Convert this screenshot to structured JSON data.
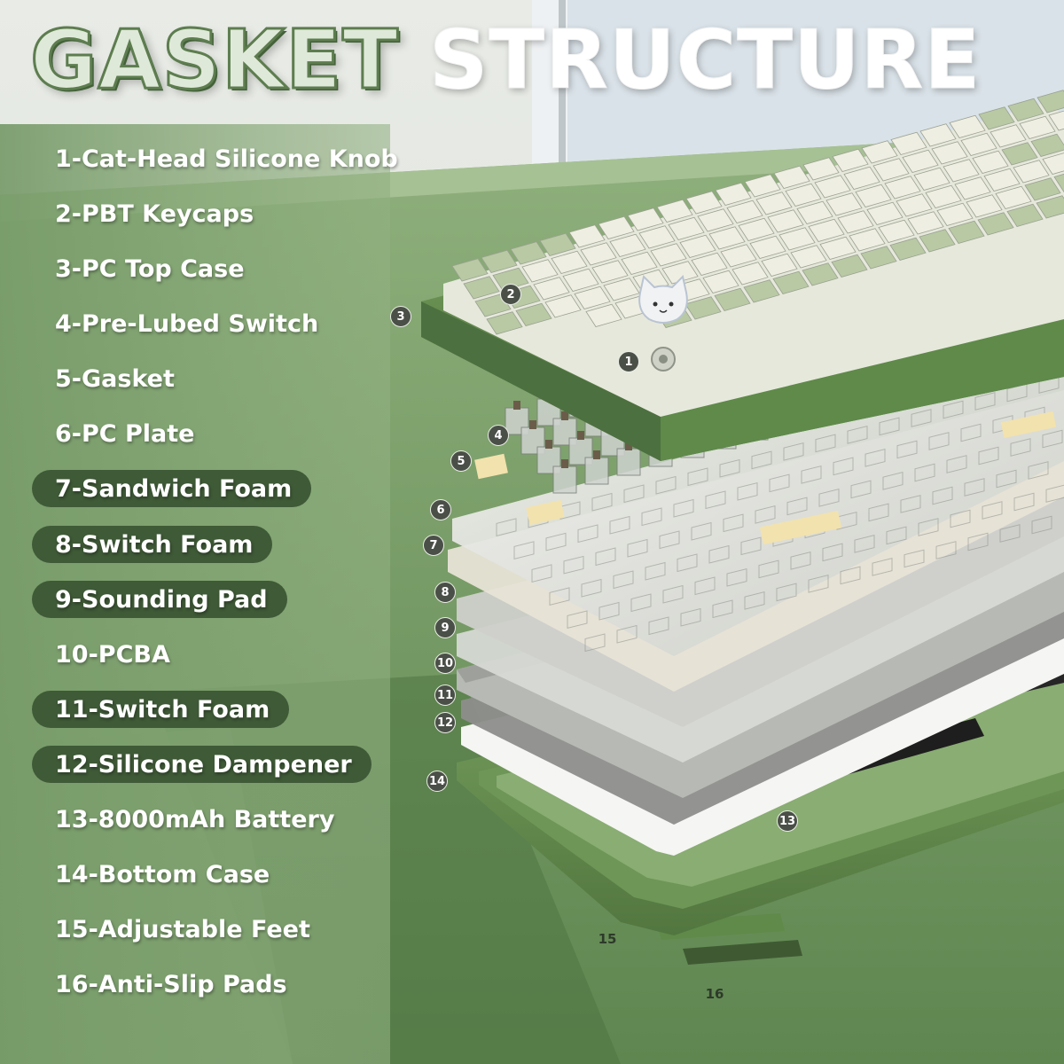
{
  "title": {
    "part1": "GASKET",
    "part2": "STRUCTURE"
  },
  "legend": [
    {
      "label": "1-Cat-Head Silicone Knob",
      "highlighted": false
    },
    {
      "label": "2-PBT Keycaps",
      "highlighted": false
    },
    {
      "label": "3-PC Top Case",
      "highlighted": false
    },
    {
      "label": "4-Pre-Lubed Switch",
      "highlighted": false
    },
    {
      "label": "5-Gasket",
      "highlighted": false
    },
    {
      "label": "6-PC Plate",
      "highlighted": false
    },
    {
      "label": "7-Sandwich Foam",
      "highlighted": true
    },
    {
      "label": "8-Switch Foam",
      "highlighted": true
    },
    {
      "label": "9-Sounding Pad",
      "highlighted": true
    },
    {
      "label": "10-PCBA",
      "highlighted": false
    },
    {
      "label": "11-Switch Foam",
      "highlighted": true
    },
    {
      "label": "12-Silicone Dampener",
      "highlighted": true
    },
    {
      "label": "13-8000mAh Battery",
      "highlighted": false
    },
    {
      "label": "14-Bottom Case",
      "highlighted": false
    },
    {
      "label": "15-Adjustable Feet",
      "highlighted": false
    },
    {
      "label": "16-Anti-Slip Pads",
      "highlighted": false
    }
  ],
  "markers": [
    "1",
    "2",
    "3",
    "4",
    "5",
    "6",
    "7",
    "8",
    "9",
    "10",
    "11",
    "12",
    "13",
    "14",
    "15",
    "16"
  ],
  "colors": {
    "accent_green": "#5f8a4a",
    "pill_green": "#3f5a37",
    "keycap_cream": "#efeee2",
    "keycap_sage": "#b8c9a4"
  },
  "icons": {
    "knob": "cat-head-icon"
  }
}
